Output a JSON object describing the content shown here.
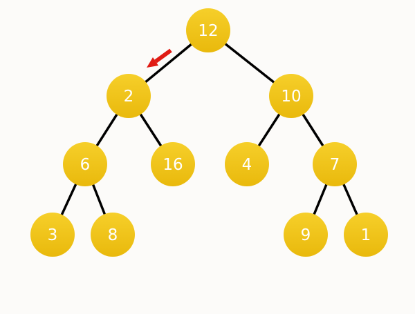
{
  "diagram": {
    "type": "binary-tree",
    "colors": {
      "node_fill_top": "#f6cf2a",
      "node_fill_bottom": "#e9b90c",
      "edge": "#000000",
      "arrow": "#e01b14",
      "background": "#fcfbf9"
    },
    "nodes": [
      {
        "id": "n12",
        "label": "12"
      },
      {
        "id": "n2",
        "label": "2"
      },
      {
        "id": "n10",
        "label": "10"
      },
      {
        "id": "n6",
        "label": "6"
      },
      {
        "id": "n16",
        "label": "16"
      },
      {
        "id": "n4",
        "label": "4"
      },
      {
        "id": "n7",
        "label": "7"
      },
      {
        "id": "n3",
        "label": "3"
      },
      {
        "id": "n8",
        "label": "8"
      },
      {
        "id": "n9",
        "label": "9"
      },
      {
        "id": "n1",
        "label": "1"
      }
    ],
    "edges": [
      {
        "from": "n12",
        "to": "n2"
      },
      {
        "from": "n12",
        "to": "n10"
      },
      {
        "from": "n2",
        "to": "n6"
      },
      {
        "from": "n2",
        "to": "n16"
      },
      {
        "from": "n10",
        "to": "n4"
      },
      {
        "from": "n10",
        "to": "n7"
      },
      {
        "from": "n6",
        "to": "n3"
      },
      {
        "from": "n6",
        "to": "n8"
      },
      {
        "from": "n7",
        "to": "n9"
      },
      {
        "from": "n7",
        "to": "n1"
      }
    ],
    "highlight_arrow": {
      "edge_from": "n12",
      "edge_to": "n2",
      "direction": "toward-child"
    }
  }
}
